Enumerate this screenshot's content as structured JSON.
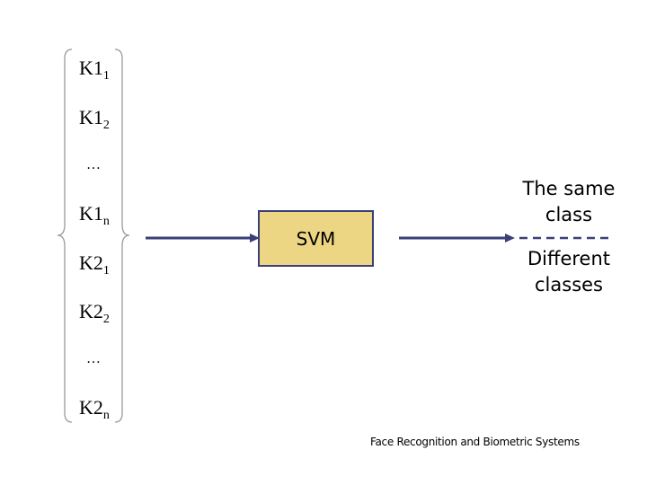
{
  "inputs": {
    "items": [
      {
        "base": "K1",
        "sub": "1"
      },
      {
        "base": "K1",
        "sub": "2"
      },
      {
        "base": "…",
        "sub": ""
      },
      {
        "base": "K1",
        "sub": "n"
      },
      {
        "base": "K2",
        "sub": "1"
      },
      {
        "base": "K2",
        "sub": "2"
      },
      {
        "base": "…",
        "sub": ""
      },
      {
        "base": "K2",
        "sub": "n"
      }
    ]
  },
  "classifier": {
    "label": "SVM"
  },
  "outputs": {
    "same_line1": "The same",
    "same_line2": "class",
    "diff_line1": "Different",
    "diff_line2": "classes"
  },
  "footer": {
    "text": "Face Recognition and Biometric Systems"
  },
  "colors": {
    "arrow": "#3a3f78",
    "box_fill": "#ecd683",
    "brace": "#9a9a9a"
  }
}
